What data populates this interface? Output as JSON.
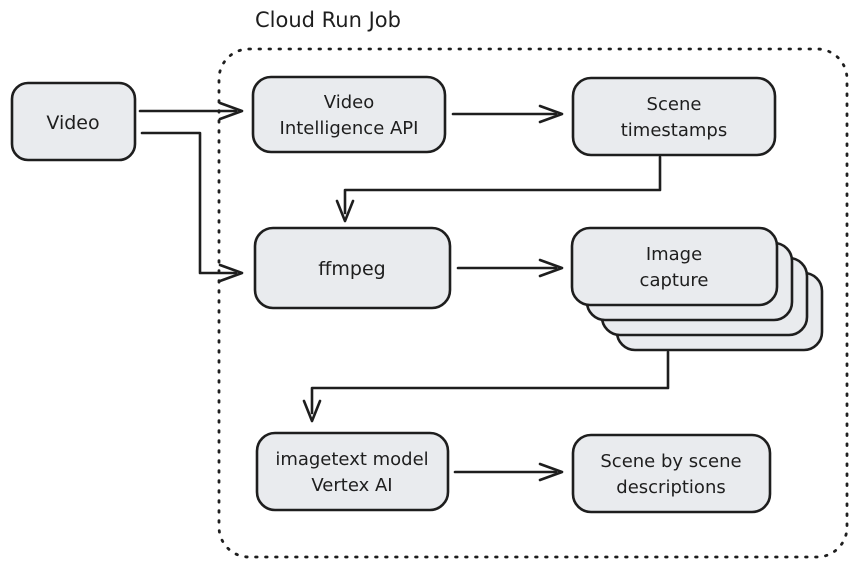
{
  "title": "Cloud Run Job",
  "colors": {
    "background": "#ffffff",
    "stroke": "#1e1e1e",
    "node_fill": "#e9ebee"
  },
  "nodes": {
    "video": {
      "lines": [
        "Video"
      ]
    },
    "video_intelligence_api": {
      "lines": [
        "Video",
        "Intelligence API"
      ]
    },
    "scene_timestamps": {
      "lines": [
        "Scene",
        "timestamps"
      ]
    },
    "ffmpeg": {
      "lines": [
        "ffmpeg"
      ]
    },
    "image_capture": {
      "lines": [
        "Image",
        "capture"
      ],
      "stack_count": 4
    },
    "imagetext_model": {
      "lines": [
        "imagetext model",
        "Vertex AI"
      ]
    },
    "scene_descriptions": {
      "lines": [
        "Scene by scene",
        "descriptions"
      ]
    }
  },
  "edges": [
    {
      "from": "Video",
      "to": "Video Intelligence API"
    },
    {
      "from": "Video",
      "to": "ffmpeg"
    },
    {
      "from": "Video Intelligence API",
      "to": "Scene timestamps"
    },
    {
      "from": "Scene timestamps",
      "to": "ffmpeg"
    },
    {
      "from": "ffmpeg",
      "to": "Image capture"
    },
    {
      "from": "Image capture",
      "to": "imagetext model Vertex AI"
    },
    {
      "from": "imagetext model Vertex AI",
      "to": "Scene by scene descriptions"
    }
  ]
}
